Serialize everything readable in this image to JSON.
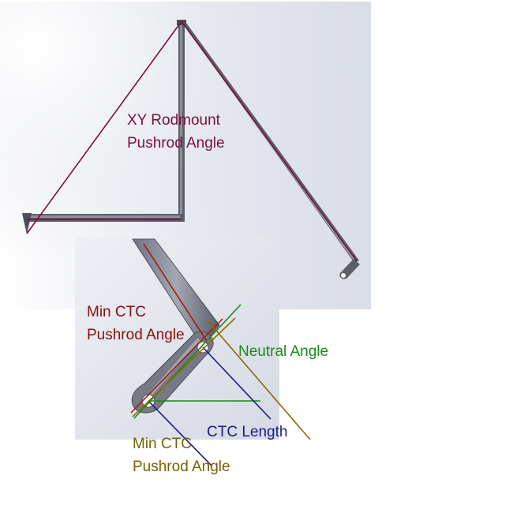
{
  "colors": {
    "maroon": "#7a0f3e",
    "dark_red": "#8a0e0e",
    "green": "#1a8a1a",
    "navy": "#1a1a8a",
    "olive": "#8a6a00",
    "frame_gray": "#5c5f68"
  },
  "top_view": {
    "label_line1": "XY Rodmount",
    "label_line2": "Pushrod Angle"
  },
  "detail_view": {
    "labels": {
      "min_ctc_top_line1": "Min CTC",
      "min_ctc_top_line2": "Pushrod Angle",
      "neutral_angle": "Neutral Angle",
      "ctc_length": "CTC Length",
      "min_ctc_bottom_line1": "Min CTC",
      "min_ctc_bottom_line2": "Pushrod Angle"
    }
  }
}
